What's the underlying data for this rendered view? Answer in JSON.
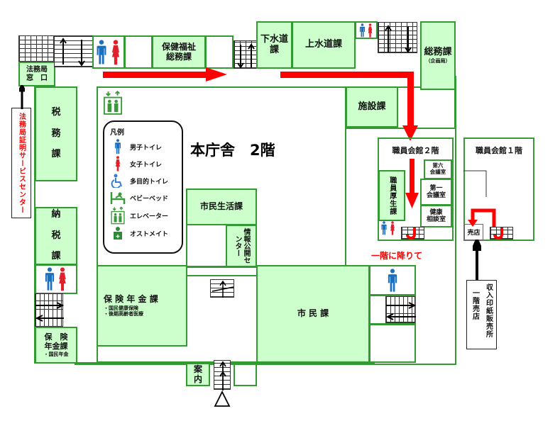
{
  "title": "本庁舎　2階",
  "colors": {
    "room_fill": "#ccffcc",
    "room_border": "#339933",
    "arrow_red": "#ff0000",
    "male_blue": "#1a6fc0",
    "female_red": "#e0202a",
    "accessible_blue": "#3a7bd5",
    "facility_green": "#3a9a3a"
  },
  "rooms": {
    "legal_window": "法務局\n窓　口",
    "welfare_general": "保健福祉\n総務課",
    "sewerage": "下水道\n課",
    "waterworks": "上水道課",
    "general_affairs": "総務課",
    "general_affairs_sub": "（企画局）",
    "facilities": "施設課",
    "tax": "税\n\n務\n\n課",
    "tax_payment": "納\n\n税\n\n課",
    "civic_life": "市民生活課",
    "info_center": "情報公開センター",
    "insurance_pension": "保 険 年 金 課",
    "insurance_pension_items": [
      "・国民健康保険",
      "・後期高齢者医療"
    ],
    "insurance_small": "保　険\n年金課",
    "insurance_small_item": "・国民年金",
    "citizens": "市 民 課",
    "reception": "案\n内",
    "staff_hall_2f": "職員会館２階",
    "staff_hall_1f": "職員会館１階",
    "staff_welfare": "職員厚生課",
    "meeting_room_6": "第六\n会議室",
    "meeting_room_1": "第一\n会議室",
    "health_consult": "健康\n相談室",
    "shop": "売店"
  },
  "notes": {
    "legal_service_center": "法務局証明サービスセンター",
    "go_down": "一階に降りて",
    "stamp_sales_a": "収入印紙販売所",
    "stamp_sales_b": "一階売店"
  },
  "legend": {
    "title": "凡例",
    "items": [
      {
        "icon": "male-toilet",
        "label": "男子トイレ"
      },
      {
        "icon": "female-toilet",
        "label": "女子トイレ"
      },
      {
        "icon": "accessible-toilet",
        "label": "多目的トイレ"
      },
      {
        "icon": "baby-bed",
        "label": "ベビーベッド"
      },
      {
        "icon": "elevator",
        "label": "エレベーター"
      },
      {
        "icon": "ostomate",
        "label": "オストメイト"
      }
    ]
  }
}
